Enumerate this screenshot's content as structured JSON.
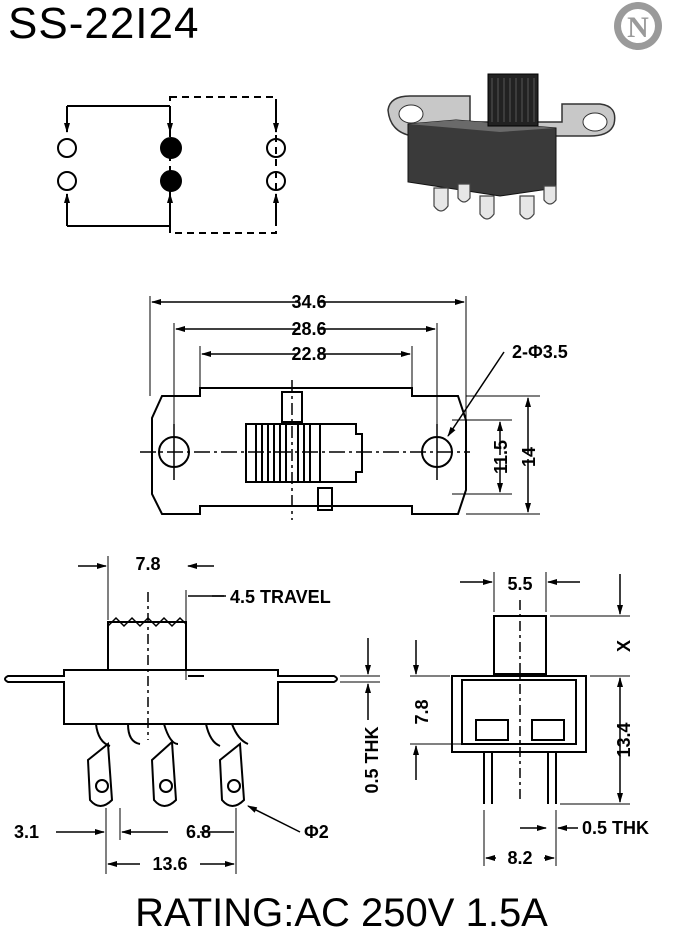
{
  "title": "SS-22I24",
  "logo": {
    "letter": "N"
  },
  "rating": "RATING:AC 250V 1.5A",
  "dimensions": {
    "d346": "34.6",
    "d286": "28.6",
    "d228": "22.8",
    "hole": "2-Φ3.5",
    "d115": "11.5",
    "d14": "14",
    "d78top": "7.8",
    "travel": "4.5 TRAVEL",
    "thk05": "0.5 THK",
    "d31": "3.1",
    "d68": "6.8",
    "phi2": "Φ2",
    "d136": "13.6",
    "d55": "5.5",
    "x": "X",
    "d78side": "7.8",
    "d134": "13.4",
    "thk05b": "0.5 THK",
    "d82": "8.2"
  }
}
